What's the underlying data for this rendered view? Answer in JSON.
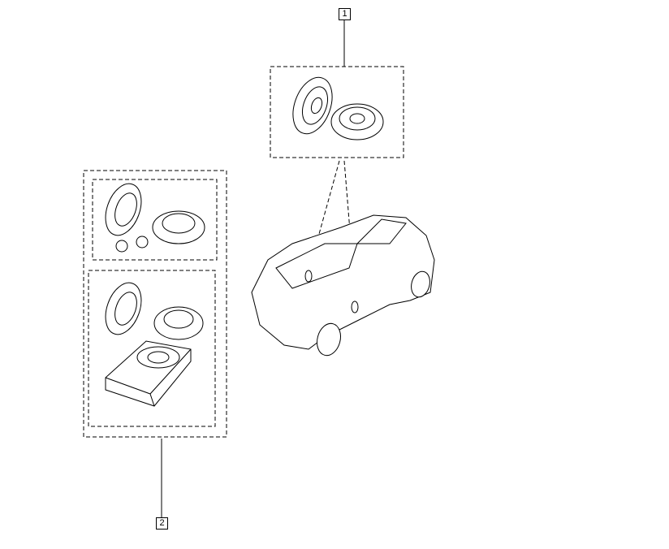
{
  "diagram": {
    "callouts": [
      {
        "label": "1",
        "group": "front-speaker-kit"
      },
      {
        "label": "2",
        "group": "speaker-and-subwoofer-kits"
      }
    ]
  }
}
